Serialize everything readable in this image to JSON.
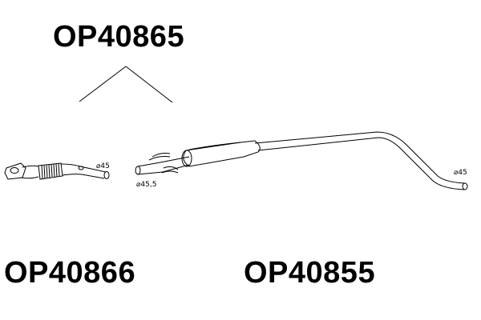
{
  "labels": {
    "assembly": "OP40865",
    "front_pipe": "OP40866",
    "middle_section": "OP40855"
  },
  "dimensions": {
    "front_pipe_outlet": "⌀45",
    "middle_inlet": "⌀45,5",
    "middle_outlet": "⌀45"
  }
}
